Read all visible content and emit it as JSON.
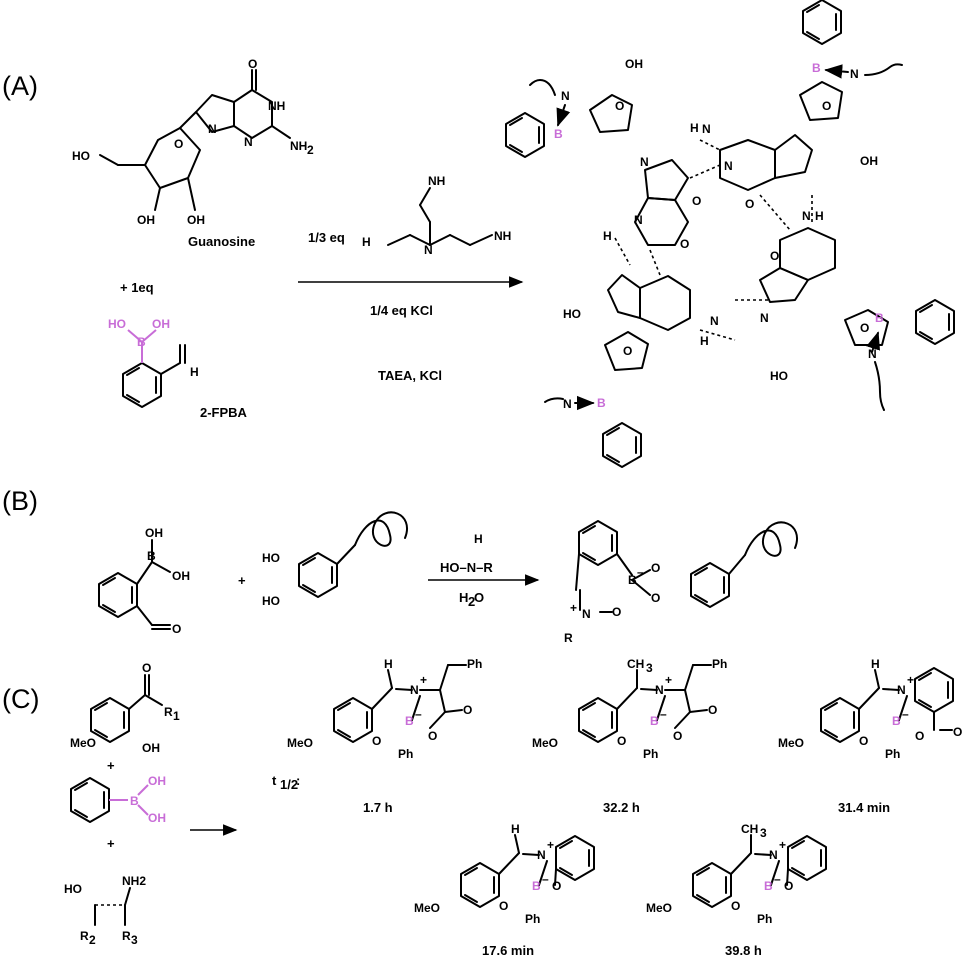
{
  "colors": {
    "boron": "#c86dd7",
    "ink": "#000000",
    "background": "#ffffff"
  },
  "panels": {
    "A": {
      "label": "(A)",
      "reactant1_name": "Guanosine",
      "plus_reagent": "+ 1eq",
      "reactant2_name": "2-FPBA",
      "cond_eq": "1/3 eq",
      "cond_kcl": "1/4 eq   KCl",
      "cond_short": "TAEA, KCl",
      "atoms": {
        "N": "N",
        "NH": "NH",
        "NH2": "NH",
        "sub2": "2",
        "O": "O",
        "HO": "HO",
        "OH": "OH",
        "H": "H",
        "B": "B",
        "H2N": "H",
        "N2": "N"
      }
    },
    "B": {
      "label": "(B)",
      "plus": "+",
      "reagent_top": "H",
      "reagent_mid": "HO–N–R",
      "solvent": "H",
      "solvent_sub": "2",
      "solvent_end": "O",
      "atoms": {
        "OH": "OH",
        "HO": "HO",
        "O": "O",
        "B": "B",
        "N": "N",
        "R": "R",
        "plus": "+",
        "minus": "–"
      }
    },
    "C": {
      "label": "(C)",
      "t_half_label": "t",
      "t_half_sub": "1/2",
      "t_half_colon": ":",
      "plus": "+",
      "reagent_R1": "R",
      "reagent_R2": "R",
      "reagent_R3": "R",
      "reagent_sub1": "1",
      "reagent_sub2": "2",
      "reagent_sub3": "3",
      "reagent_MeO": "MeO",
      "reagent_OH": "OH",
      "reagent_HO": "HO",
      "reagent_NH2": "NH2",
      "reagent_boronOH1": "OH",
      "reagent_boronOH2": "OH",
      "reagent_B": "B",
      "products": [
        {
          "time": "1.7 h"
        },
        {
          "time": "32.2 h"
        },
        {
          "time": "31.4 min"
        },
        {
          "time": "17.6 min"
        },
        {
          "time": "39.8 h"
        }
      ],
      "atoms": {
        "MeO": "MeO",
        "O": "O",
        "B": "B",
        "N": "N",
        "H": "H",
        "Ph": "Ph",
        "CH3": "CH",
        "sub3": "3",
        "plus": "+",
        "minus": "–"
      }
    }
  }
}
